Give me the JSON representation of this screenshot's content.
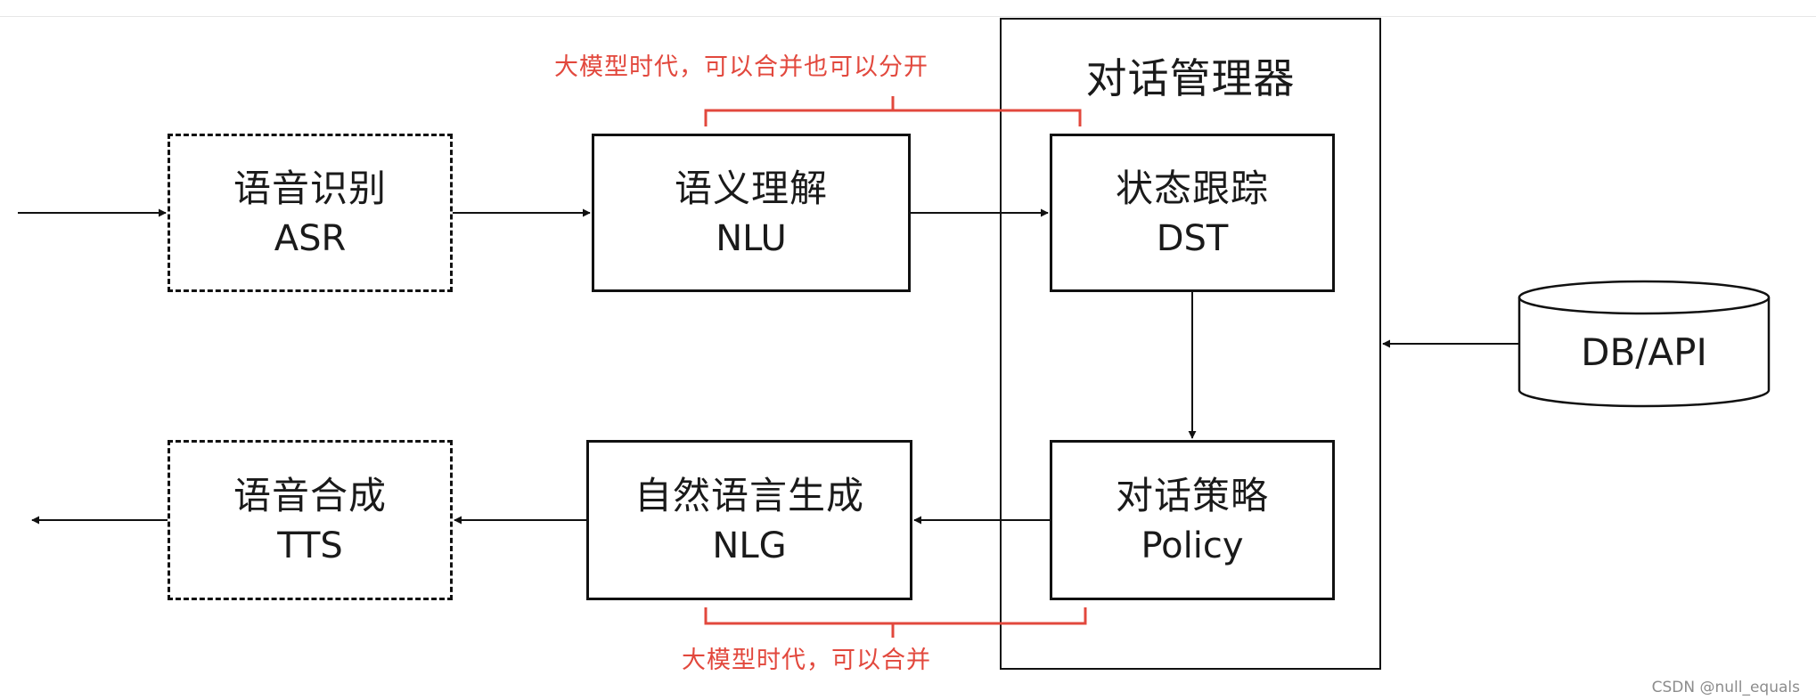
{
  "manager": {
    "title": "对话管理器"
  },
  "nodes": {
    "asr": {
      "zh": "语音识别",
      "en": "ASR"
    },
    "nlu": {
      "zh": "语义理解",
      "en": "NLU"
    },
    "dst": {
      "zh": "状态跟踪",
      "en": "DST"
    },
    "policy": {
      "zh": "对话策略",
      "en": "Policy"
    },
    "nlg": {
      "zh": "自然语言生成",
      "en": "NLG"
    },
    "tts": {
      "zh": "语音合成",
      "en": "TTS"
    },
    "db": {
      "label": "DB/API"
    }
  },
  "annotations": {
    "top": "大模型时代，可以合并也可以分开",
    "bottom": "大模型时代，可以合并"
  },
  "watermark": "CSDN @null_equals",
  "colors": {
    "stroke": "#111111",
    "annotation": "#e2483d"
  }
}
